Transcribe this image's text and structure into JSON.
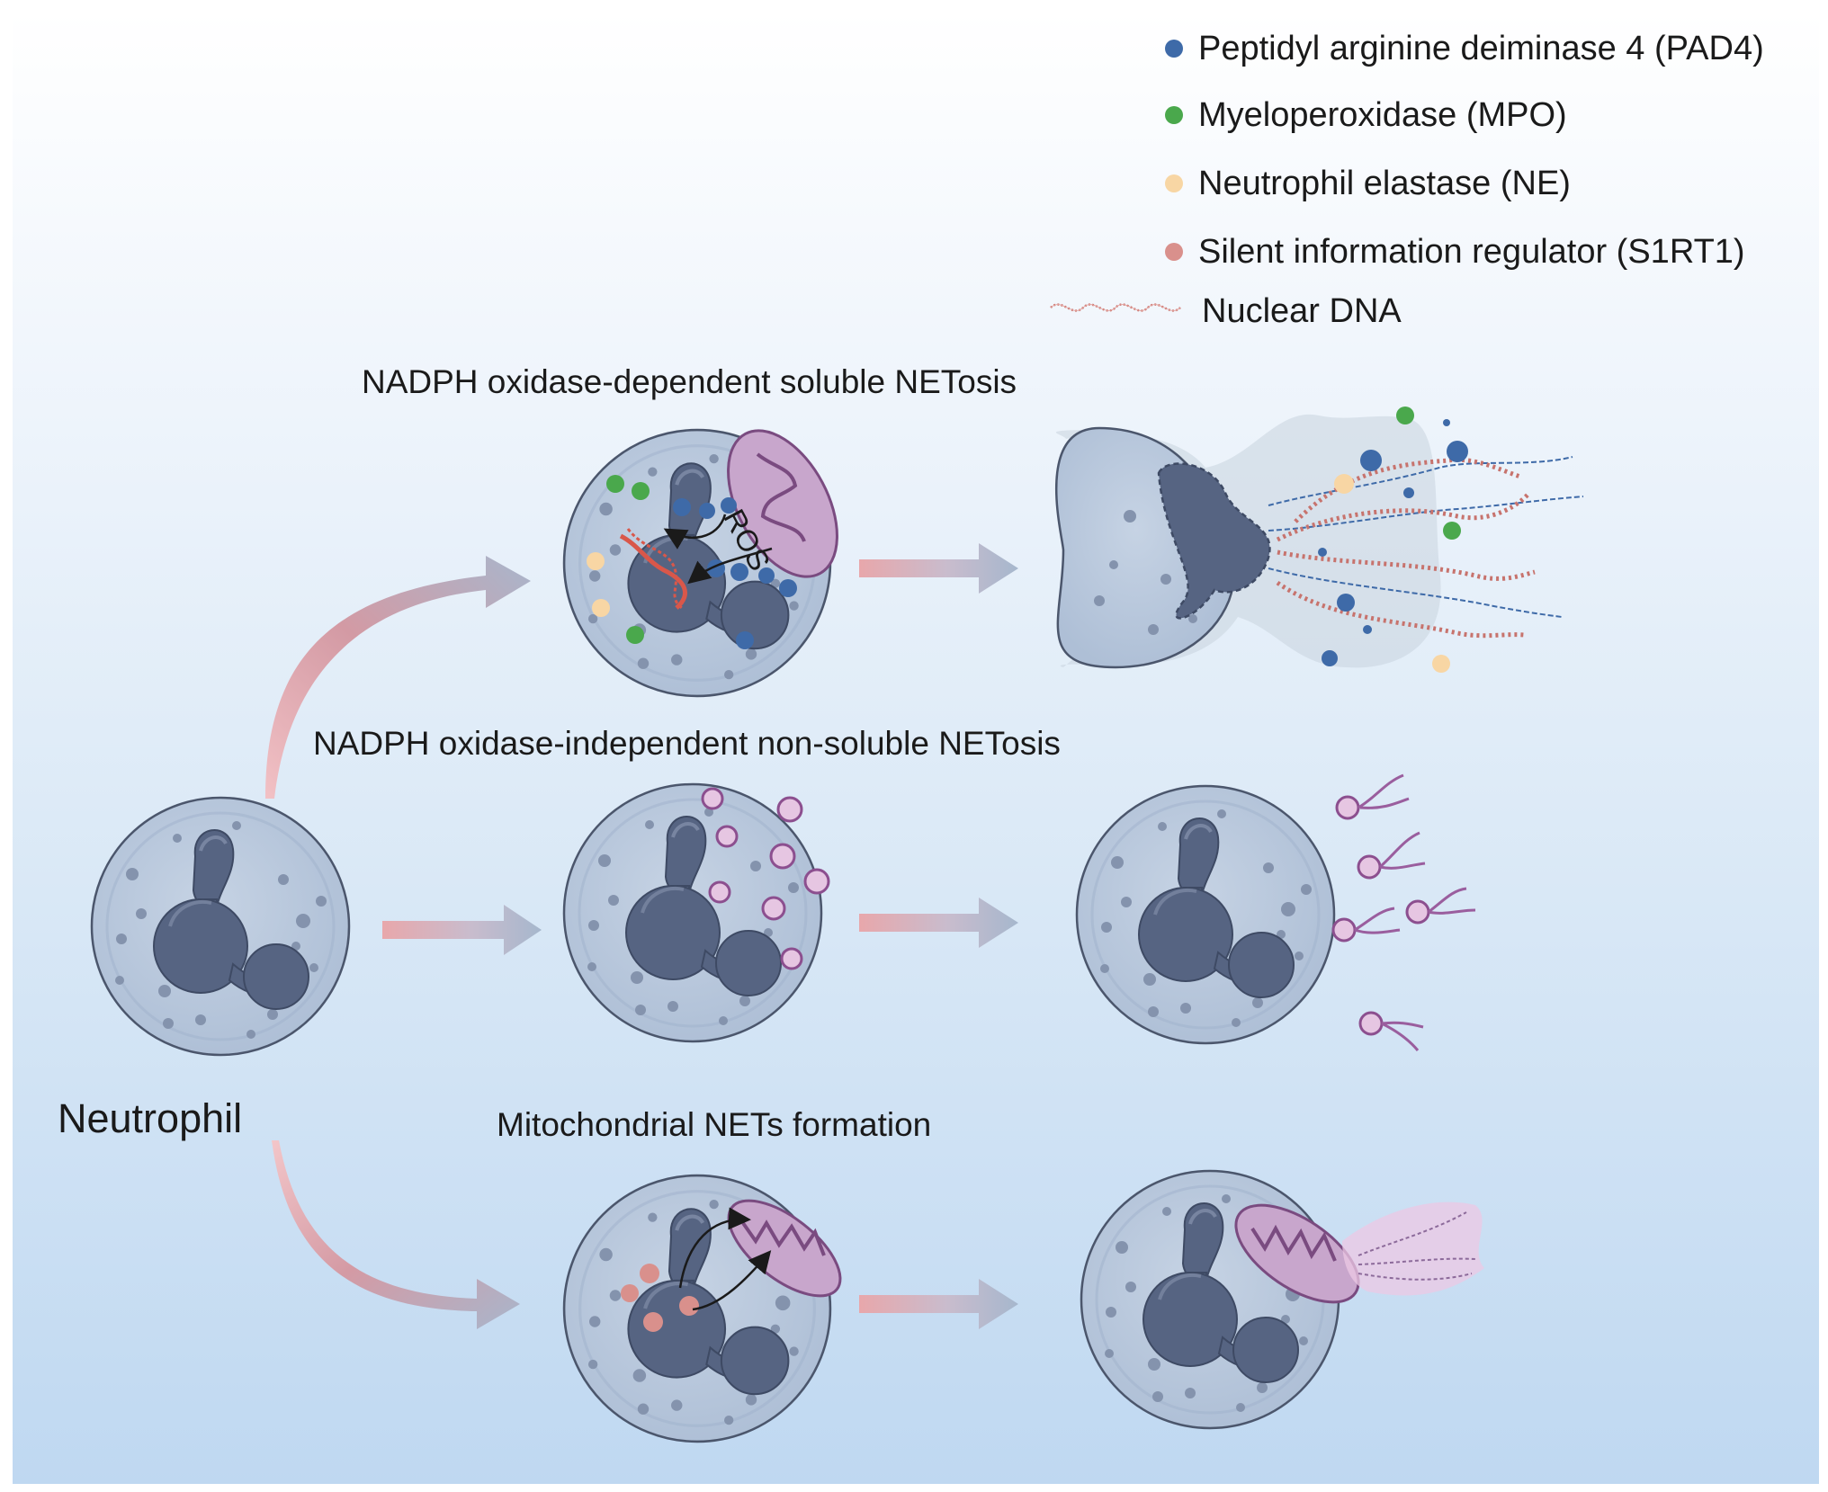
{
  "legend": {
    "pad4": "Peptidyl arginine deiminase 4  (PAD4)",
    "mpo": "Myeloperoxidase (MPO)",
    "ne": "Neutrophil elastase (NE)",
    "sirt1": "Silent information regulator (S1RT1)",
    "dna": "Nuclear DNA"
  },
  "pathways": {
    "soluble": "NADPH oxidase-dependent soluble NETosis",
    "nonsoluble": "NADPH oxidase-independent non-soluble NETosis",
    "mito": "Mitochondrial NETs formation"
  },
  "cell_label": "Neutrophil",
  "ros_label": "ROS",
  "colors": {
    "pad4": "#3e6aa8",
    "mpo": "#4aa84c",
    "ne": "#f8d6a4",
    "sirt1": "#d9908c",
    "cell_fill": "#b7c7dd",
    "nucleus": "#566482",
    "mito": "#9a5e9e"
  }
}
